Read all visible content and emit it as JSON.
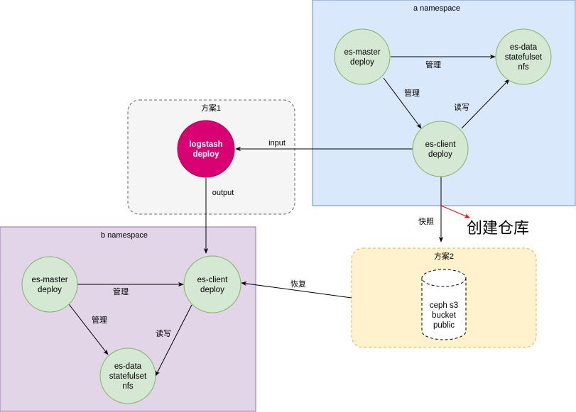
{
  "containers": {
    "a_namespace": "a namespace",
    "b_namespace": "b namespace",
    "plan1": "方案1",
    "plan2": "方案2"
  },
  "a_ns": {
    "es_master": [
      "es-master",
      "deploy"
    ],
    "es_data": [
      "es-data",
      "statefulset",
      "nfs"
    ],
    "es_client": [
      "es-client",
      "deploy"
    ]
  },
  "plan1_nodes": {
    "logstash": [
      "logstash",
      "deploy"
    ]
  },
  "b_ns": {
    "es_master": [
      "es-master",
      "deploy"
    ],
    "es_client": [
      "es-client",
      "deploy"
    ],
    "es_data": [
      "es-data",
      "statefulset",
      "nfs"
    ]
  },
  "plan2_nodes": {
    "ceph": [
      "ceph s3",
      "bucket",
      "public"
    ]
  },
  "edges": {
    "a_master_data": "管理",
    "a_master_client": "管理",
    "a_client_data": "读写",
    "input": "input",
    "output": "output",
    "snapshot": "快照",
    "restore": "恢复",
    "b_master_client": "管理",
    "b_master_data": "管理",
    "b_client_data": "读写"
  },
  "annotation": "创建仓库",
  "colors": {
    "a_namespace_fill": "#dae8fc",
    "a_namespace_stroke": "#6c8ebf",
    "b_namespace_fill": "#e1d5e7",
    "b_namespace_stroke": "#9673a6",
    "plan1_fill": "#f5f5f5",
    "plan1_stroke": "#666666",
    "plan2_fill": "#fff2cc",
    "plan2_stroke": "#d6b656",
    "node_fill": "#d5e8d4",
    "node_stroke": "#82b366",
    "logstash_fill": "#d80073",
    "logstash_stroke": "#a50040",
    "annotation_arrow": "#ff0000"
  }
}
